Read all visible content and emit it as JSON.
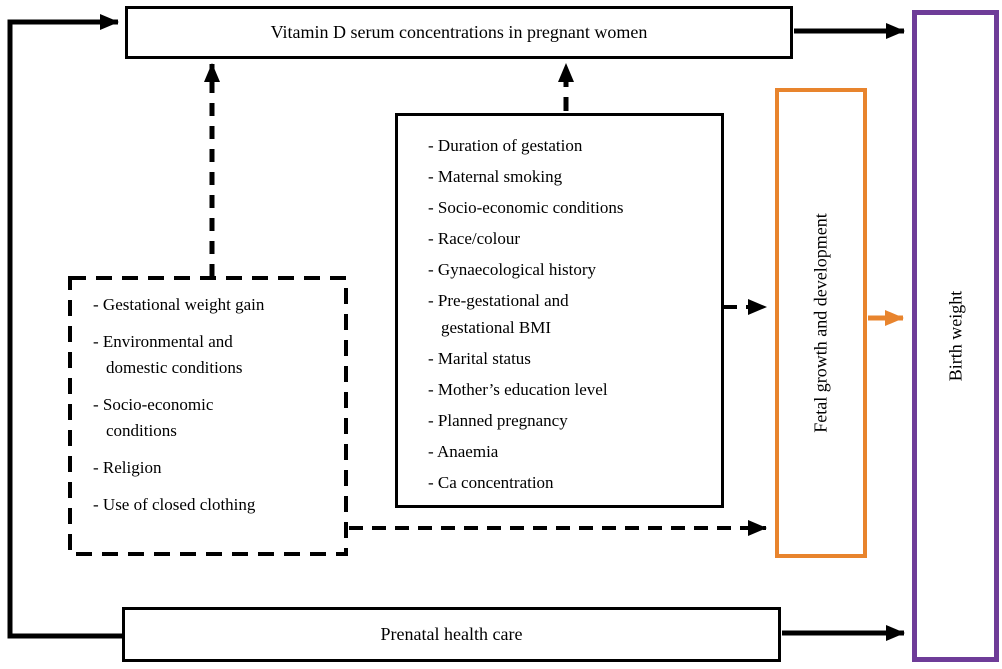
{
  "colors": {
    "line_black": "#000000",
    "accent_orange": "#E8842D",
    "accent_purple": "#6E3C98",
    "background": "#FFFFFF"
  },
  "boxes": {
    "vitamin_d": {
      "label": "Vitamin D serum concentrations in pregnant women"
    },
    "dashed_factors": {
      "items": [
        "- Gestational weight gain",
        "- Environmental and domestic conditions",
        "- Socio-economic conditions",
        "- Religion",
        "- Use of closed clothing"
      ]
    },
    "covariates": {
      "items": [
        "- Duration of gestation",
        "- Maternal smoking",
        "- Socio-economic conditions",
        "- Race/colour",
        "- Gynaecological history",
        "- Pre-gestational and gestational BMI",
        "- Marital status",
        "- Mother’s education level",
        "- Planned pregnancy",
        "- Anaemia",
        "- Ca concentration"
      ]
    },
    "fetal_growth": {
      "label": "Fetal growth and development"
    },
    "birth_weight": {
      "label": "Birth weight"
    },
    "prenatal_care": {
      "label": "Prenatal health care"
    }
  }
}
